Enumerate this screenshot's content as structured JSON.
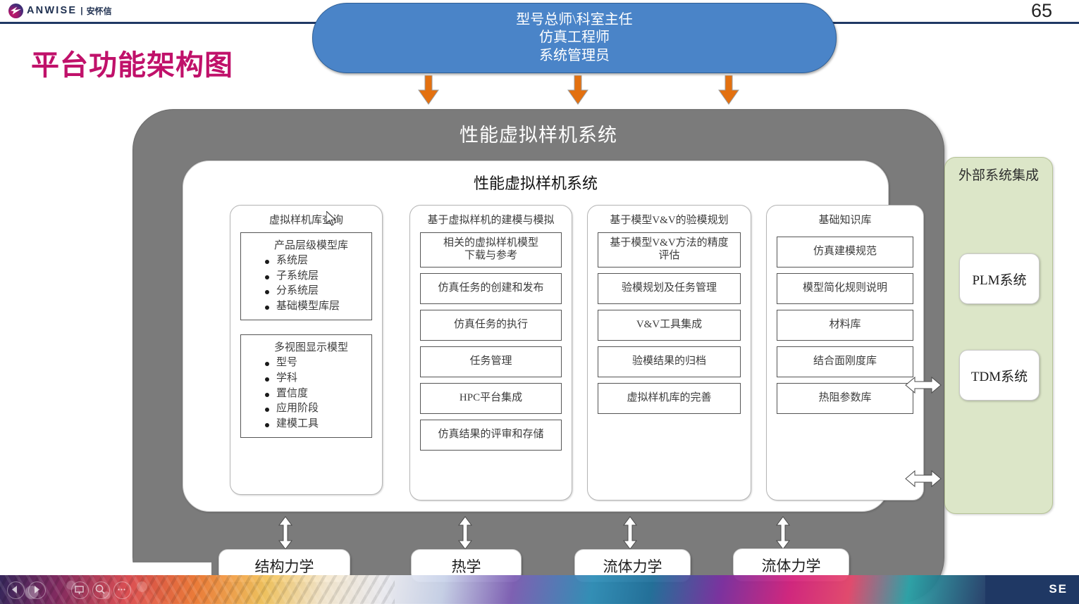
{
  "header": {
    "logo_text": "ANWISE",
    "logo_divider": "|",
    "logo_cn": "安怀信",
    "page_number": "65"
  },
  "slide": {
    "title": "平台功能架构图"
  },
  "roles_box": {
    "lines": [
      "型号总师\\科室主任",
      "仿真工程师",
      "系统管理员"
    ],
    "fill": "#4A84C8"
  },
  "container": {
    "title": "性能虚拟样机系统",
    "fill": "#7B7B7B"
  },
  "inner_panel": {
    "title": "性能虚拟样机系统"
  },
  "columns": [
    {
      "title": "虚拟样机库查询",
      "subpanels": [
        {
          "title": "产品层级模型库",
          "items": [
            "系统层",
            "子系统层",
            "分系统层",
            "基础模型库层"
          ]
        },
        {
          "title": "多视图显示模型",
          "items": [
            "型号",
            "学科",
            "置信度",
            "应用阶段",
            "建模工具"
          ]
        }
      ]
    },
    {
      "title": "基于虚拟样机的建模与模拟",
      "cells": [
        "相关的虚拟样机模型\n下载与参考",
        "仿真任务的创建和发布",
        "仿真任务的执行",
        "任务管理",
        "HPC平台集成",
        "仿真结果的评审和存储"
      ]
    },
    {
      "title": "基于模型V&V的验模规划",
      "cells": [
        "基于模型V&V方法的精度\n评估",
        "验模规划及任务管理",
        "V&V工具集成",
        "验模结果的归档",
        "虚拟样机库的完善"
      ]
    },
    {
      "title": "基础知识库",
      "cells": [
        "仿真建模规范",
        "模型简化规则说明",
        "材料库",
        "结合面刚度库",
        "热阻参数库"
      ]
    }
  ],
  "external": {
    "title": "外部系统集成",
    "fill": "#DCE6C8",
    "systems": [
      "PLM系统",
      "TDM系统"
    ]
  },
  "disciplines": [
    "结构力学",
    "热学",
    "流体力学",
    "流体力学"
  ],
  "arrows": {
    "down_color": "#E3700F",
    "down_count": 3,
    "updown_color": "#FFFFFF",
    "updown_count": 4,
    "leftright_count": 2
  },
  "bottom_bar": {
    "controls": [
      "prev-icon",
      "next-icon",
      "present-icon",
      "zoom-icon",
      "menu-icon"
    ],
    "brand_fragment": "SE",
    "navy": "#1F3864"
  }
}
